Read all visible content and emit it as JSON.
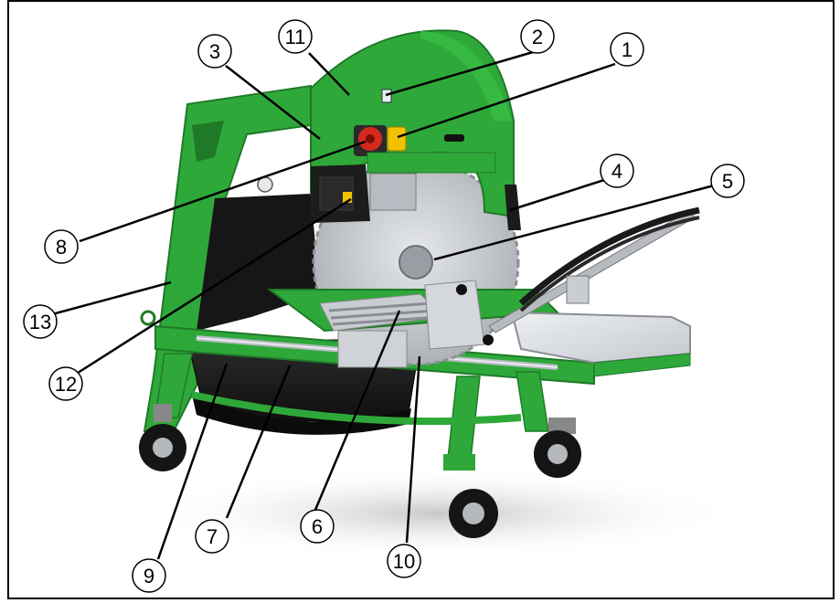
{
  "figure": {
    "subject": "block-saw-machine",
    "colors": {
      "machine_green": "#2fa83a",
      "machine_green_dark": "#1f7a28",
      "blade_silver": "#c9ccd1",
      "tray_black": "#1b1b1b",
      "table_steel": "#d9dde2",
      "motor_dark": "#2a2a2a",
      "switch_red": "#d42a1e",
      "switch_yellow": "#f2c200",
      "wheel_black": "#151515",
      "outline": "#000000"
    },
    "callouts": [
      {
        "id": "c1",
        "label": "1"
      },
      {
        "id": "c2",
        "label": "2"
      },
      {
        "id": "c3",
        "label": "3"
      },
      {
        "id": "c4",
        "label": "4"
      },
      {
        "id": "c5",
        "label": "5"
      },
      {
        "id": "c6",
        "label": "6"
      },
      {
        "id": "c7",
        "label": "7"
      },
      {
        "id": "c8",
        "label": "8"
      },
      {
        "id": "c9",
        "label": "9"
      },
      {
        "id": "c10",
        "label": "10"
      },
      {
        "id": "c11",
        "label": "11"
      },
      {
        "id": "c12",
        "label": "12"
      },
      {
        "id": "c13",
        "label": "13"
      }
    ]
  }
}
